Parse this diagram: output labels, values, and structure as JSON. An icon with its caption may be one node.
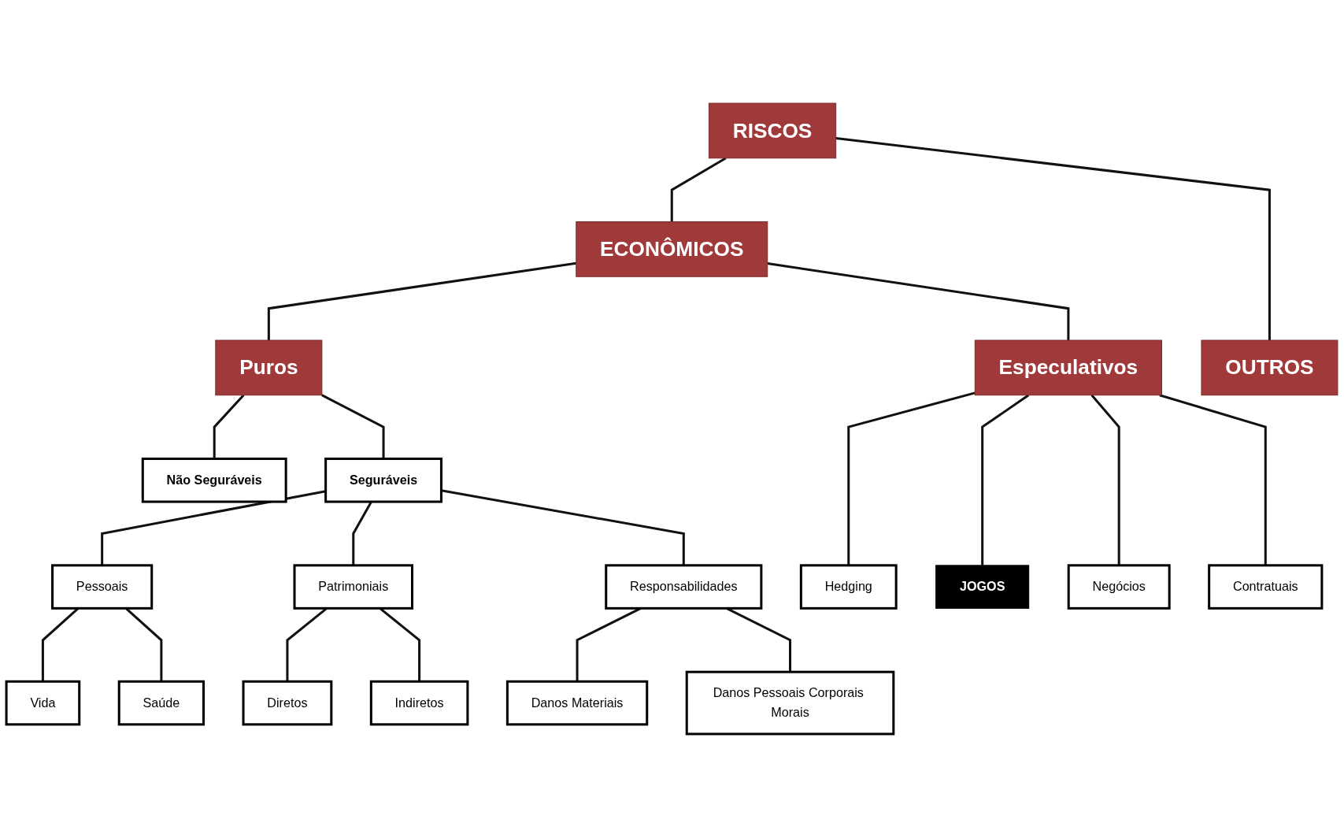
{
  "diagram": {
    "nodes": [
      {
        "text": [
          "RISCOS"
        ]
      },
      {
        "text": [
          "ECONÔMICOS"
        ]
      },
      {
        "text": [
          "OUTROS"
        ]
      },
      {
        "text": [
          "Puros"
        ]
      },
      {
        "text": [
          "Especulativos"
        ]
      },
      {
        "text": [
          "Não Seguráveis"
        ]
      },
      {
        "text": [
          "Seguráveis"
        ]
      },
      {
        "text": [
          "Hedging"
        ]
      },
      {
        "text": [
          "Negócios"
        ]
      },
      {
        "text": [
          "Contratuais"
        ]
      },
      {
        "text": [
          "JOGOS"
        ]
      },
      {
        "text": [
          "Pessoais"
        ]
      },
      {
        "text": [
          "Patrimoniais"
        ]
      },
      {
        "text": [
          "Responsabilidades"
        ]
      },
      {
        "text": [
          "Vida"
        ]
      },
      {
        "text": [
          "Saúde"
        ]
      },
      {
        "text": [
          "Diretos"
        ]
      },
      {
        "text": [
          "Indiretos"
        ]
      },
      {
        "text": [
          "Danos Materiais"
        ]
      },
      {
        "text": [
          "Danos Pessoais Corporais Morais"
        ]
      }
    ],
    "edges": [
      {
        "from": 0,
        "to": 1,
        "arrow": "none"
      },
      {
        "from": 0,
        "to": 2,
        "arrow": "none"
      },
      {
        "from": 1,
        "to": 3,
        "arrow": "none"
      },
      {
        "from": 1,
        "to": 4,
        "arrow": "none"
      },
      {
        "from": 3,
        "to": 5,
        "arrow": "none"
      },
      {
        "from": 3,
        "to": 6,
        "arrow": "none"
      },
      {
        "from": 4,
        "to": 7,
        "arrow": "none"
      },
      {
        "from": 4,
        "to": 10,
        "arrow": "none"
      },
      {
        "from": 4,
        "to": 8,
        "arrow": "none"
      },
      {
        "from": 4,
        "to": 9,
        "arrow": "none"
      },
      {
        "from": 6,
        "to": 11,
        "arrow": "none"
      },
      {
        "from": 6,
        "to": 12,
        "arrow": "none"
      },
      {
        "from": 6,
        "to": 13,
        "arrow": "none"
      },
      {
        "from": 11,
        "to": 14,
        "arrow": "none"
      },
      {
        "from": 11,
        "to": 15,
        "arrow": "none"
      },
      {
        "from": 12,
        "to": 16,
        "arrow": "none"
      },
      {
        "from": 12,
        "to": 17,
        "arrow": "none"
      },
      {
        "from": 13,
        "to": 18,
        "arrow": "none"
      },
      {
        "from": 13,
        "to": 19,
        "arrow": "none"
      }
    ]
  }
}
